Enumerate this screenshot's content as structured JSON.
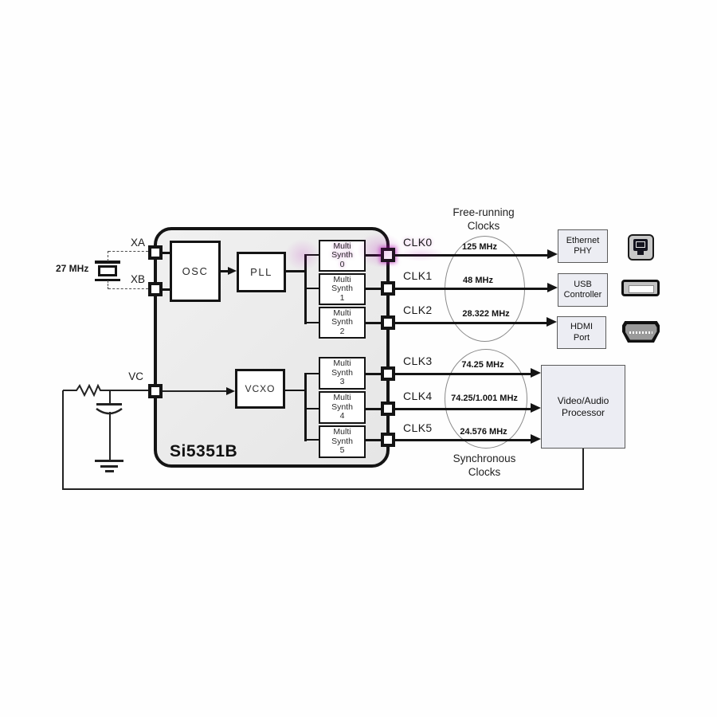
{
  "chip": {
    "name": "Si5351B"
  },
  "left_pins": {
    "xa": "XA",
    "xb": "XB",
    "vc": "VC"
  },
  "crystal_freq": "27 MHz",
  "blocks": {
    "osc": "OSC",
    "pll": "PLL",
    "vcxo": "VCXO"
  },
  "multisynths": [
    {
      "line1": "Multi",
      "line2": "Synth",
      "num": "0"
    },
    {
      "line1": "Multi",
      "line2": "Synth",
      "num": "1"
    },
    {
      "line1": "Multi",
      "line2": "Synth",
      "num": "2"
    },
    {
      "line1": "Multi",
      "line2": "Synth",
      "num": "3"
    },
    {
      "line1": "Multi",
      "line2": "Synth",
      "num": "4"
    },
    {
      "line1": "Multi",
      "line2": "Synth",
      "num": "5"
    }
  ],
  "clocks": [
    {
      "label": "CLK0",
      "freq": "125 MHz"
    },
    {
      "label": "CLK1",
      "freq": "48 MHz"
    },
    {
      "label": "CLK2",
      "freq": "28.322 MHz"
    },
    {
      "label": "CLK3",
      "freq": "74.25 MHz"
    },
    {
      "label": "CLK4",
      "freq": "74.25/1.001 MHz"
    },
    {
      "label": "CLK5",
      "freq": "24.576 MHz"
    }
  ],
  "clock_groups": {
    "free_running": {
      "line1": "Free-running",
      "line2": "Clocks"
    },
    "synchronous": {
      "line1": "Synchronous",
      "line2": "Clocks"
    }
  },
  "peripherals": [
    {
      "line1": "Ethernet",
      "line2": "PHY"
    },
    {
      "line1": "USB",
      "line2": "Controller"
    },
    {
      "line1": "HDMI",
      "line2": "Port"
    }
  ],
  "processor": {
    "line1": "Video/Audio",
    "line2": "Processor"
  },
  "icons": {
    "ethernet": "rj45-jack",
    "usb": "usb-a-receptacle",
    "hdmi": "hdmi-receptacle"
  },
  "colors": {
    "chip_fill": "#eaeaea",
    "box_fill": "#ecedf3",
    "line": "#141414",
    "artifact_magenta": "#af00af"
  }
}
